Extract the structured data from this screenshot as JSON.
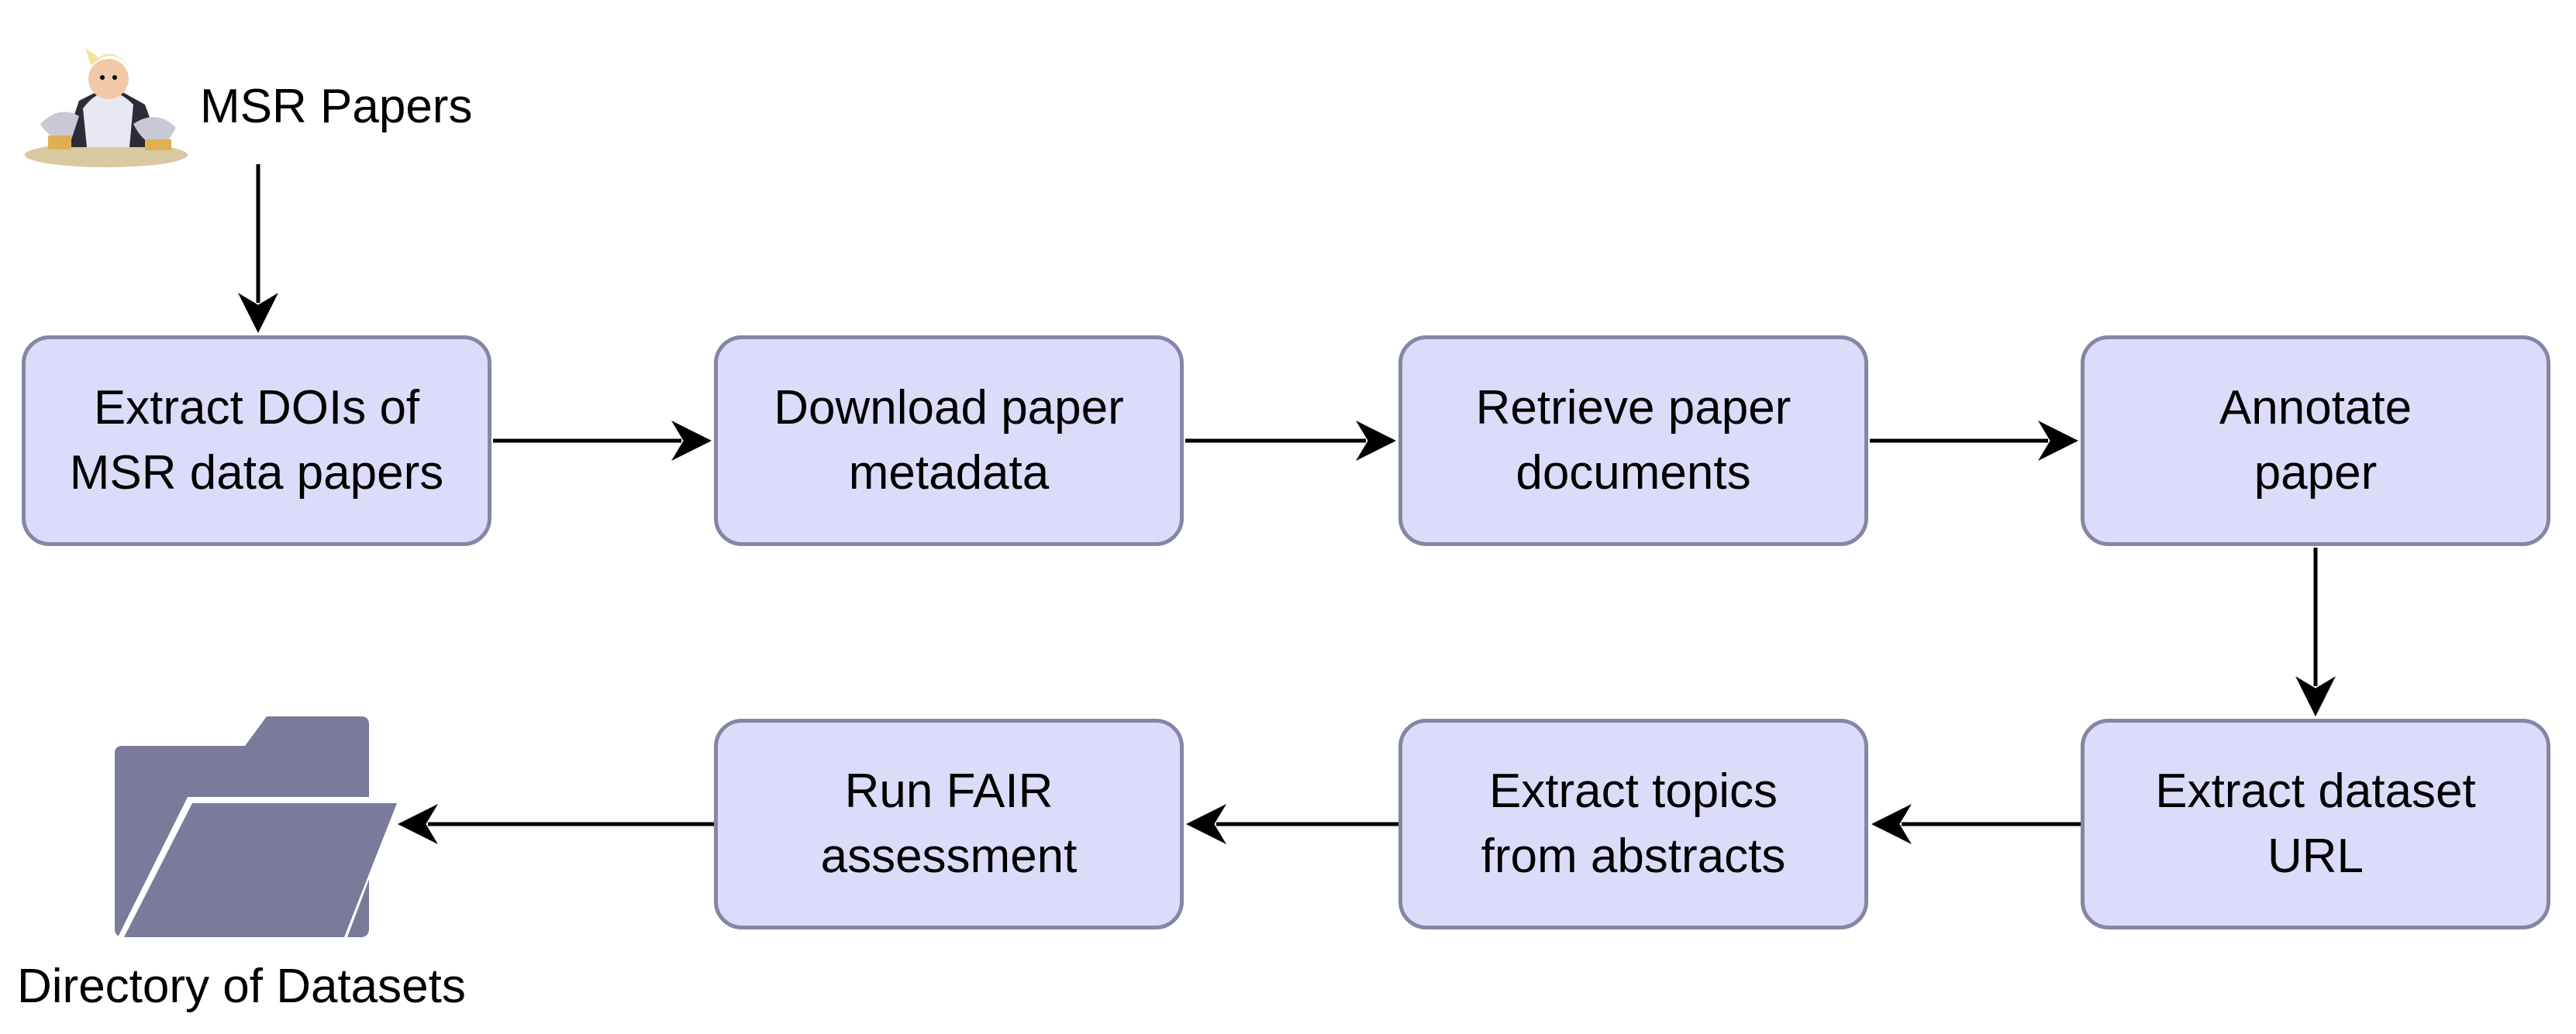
{
  "source": {
    "label": "MSR Papers",
    "icon": "msr-mascot-icon"
  },
  "sink": {
    "label": "Directory of Datasets",
    "icon": "folder-icon"
  },
  "steps": [
    {
      "id": "extract-dois",
      "label": "Extract DOIs of\nMSR data papers"
    },
    {
      "id": "download-metadata",
      "label": "Download paper\nmetadata"
    },
    {
      "id": "retrieve-documents",
      "label": "Retrieve paper\ndocuments"
    },
    {
      "id": "annotate-paper",
      "label": "Annotate\npaper"
    },
    {
      "id": "extract-url",
      "label": "Extract dataset\nURL"
    },
    {
      "id": "extract-topics",
      "label": "Extract topics\nfrom abstracts"
    },
    {
      "id": "fair-assessment",
      "label": "Run FAIR\nassessment"
    }
  ],
  "edges": [
    {
      "from": "source",
      "to": "extract-dois"
    },
    {
      "from": "extract-dois",
      "to": "download-metadata"
    },
    {
      "from": "download-metadata",
      "to": "retrieve-documents"
    },
    {
      "from": "retrieve-documents",
      "to": "annotate-paper"
    },
    {
      "from": "annotate-paper",
      "to": "extract-url"
    },
    {
      "from": "extract-url",
      "to": "extract-topics"
    },
    {
      "from": "extract-topics",
      "to": "fair-assessment"
    },
    {
      "from": "fair-assessment",
      "to": "sink"
    }
  ],
  "colors": {
    "node_fill": "#dcdcfa",
    "node_border": "#8585a6",
    "folder": "#7a7a9a",
    "arrow": "#000000"
  }
}
